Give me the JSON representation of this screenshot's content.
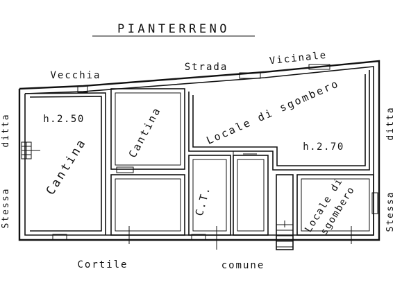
{
  "title": "PIANTERRENO",
  "streets": {
    "top": [
      "Vecchia",
      "Strada",
      "Vicinale"
    ],
    "bottom": [
      "Cortile",
      "comune"
    ],
    "left": [
      "Stessa",
      "ditta"
    ],
    "right": [
      "Stessa",
      "ditta"
    ]
  },
  "rooms": {
    "cantina_left": {
      "height": "h.2.50",
      "name": "Cantina"
    },
    "cantina_mid": {
      "name": "Cantina"
    },
    "locale_big": {
      "name": "Locale di sgombero",
      "height": "h.2.70"
    },
    "ct": {
      "name": "C.T."
    },
    "locale_small": {
      "line1": "Locale di",
      "line2": "sgombero"
    }
  },
  "colors": {
    "ink": "#111111",
    "paper": "#ffffff"
  }
}
